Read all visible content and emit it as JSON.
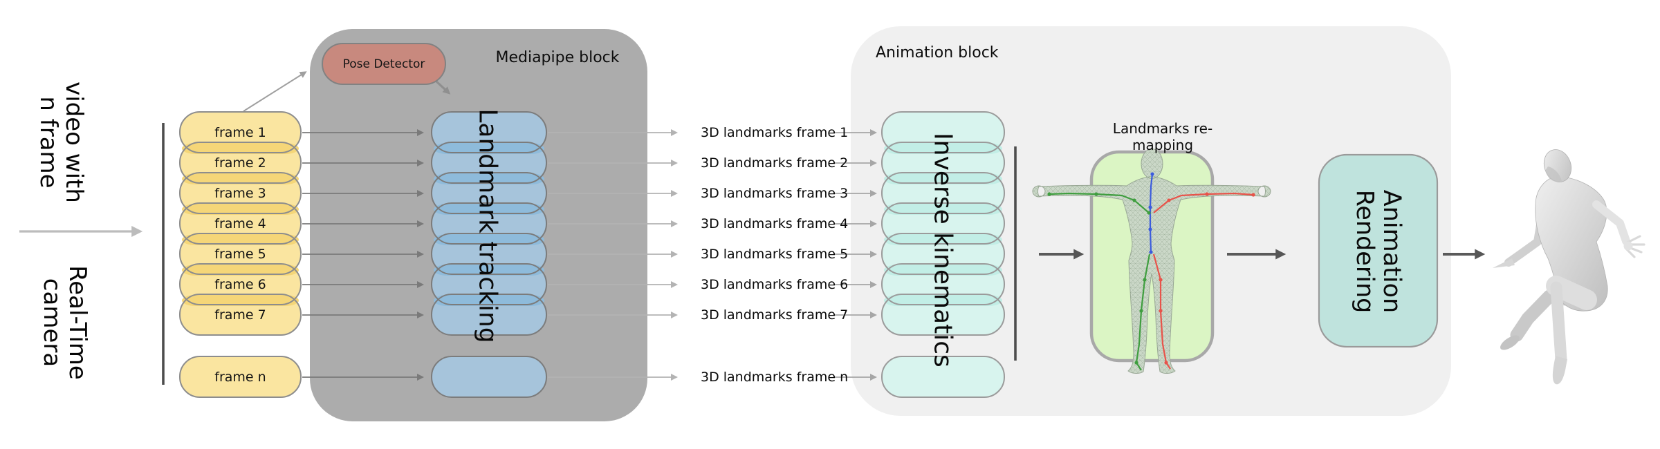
{
  "left_labels": {
    "video_line1": "video with",
    "video_line2": "n frame",
    "camera_line1": "Real-Time",
    "camera_line2": "camera"
  },
  "frames": [
    "frame 1",
    "frame 2",
    "frame 3",
    "frame 4",
    "frame 5",
    "frame 6",
    "frame 7",
    "frame n"
  ],
  "mediapipe_block": {
    "title": "Mediapipe block",
    "pose_detector": "Pose Detector",
    "landmark_tracking": "Landmark tracking"
  },
  "outputs": [
    "3D landmarks frame 1",
    "3D landmarks frame 2",
    "3D landmarks frame 3",
    "3D landmarks frame 4",
    "3D landmarks frame 5",
    "3D landmarks frame 6",
    "3D landmarks frame 7",
    "3D landmarks frame n"
  ],
  "animation_block": {
    "title": "Animation block",
    "inverse_kinematics": "Inverse kinematics",
    "remapping_title": "Landmarks re-mapping",
    "rendering_line1": "Animation",
    "rendering_line2": "Rendering"
  },
  "colors": {
    "frame_pill_fill": "#FAE5A0",
    "frame_pill_overlap": "#F5D678",
    "tracking_pill_fill": "#A6C4DB",
    "tracking_pill_overlap": "#8EBBDB",
    "ik_pill_fill": "#D8F4EE",
    "ik_pill_overlap": "#C2EEE6",
    "pose_detector_fill": "#C8897E",
    "mediapipe_block_fill": "#ACACAC",
    "animation_block_fill": "#F0F0F0",
    "remapping_box_fill": "#DBF5C4",
    "rendering_box_fill": "#BFE3DD",
    "skeleton_blue": "#3B5BDD",
    "skeleton_green": "#3F9E3F",
    "skeleton_red": "#E8534A"
  }
}
